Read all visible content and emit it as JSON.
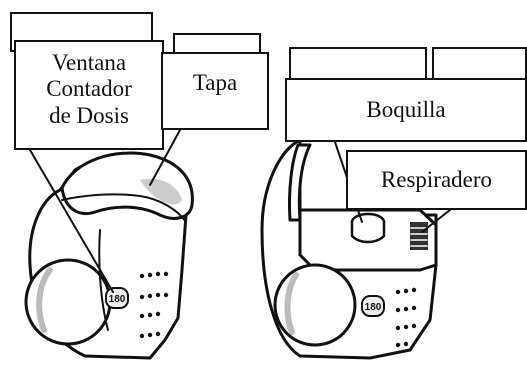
{
  "labels": {
    "ventana_line1": "Ventana",
    "ventana_line2": "Contador",
    "ventana_line3": "de Dosis",
    "tapa": "Tapa",
    "boquilla": "Boquilla",
    "respiradero": "Respiradero"
  },
  "counter": {
    "left_value": "180",
    "right_value": "180"
  }
}
